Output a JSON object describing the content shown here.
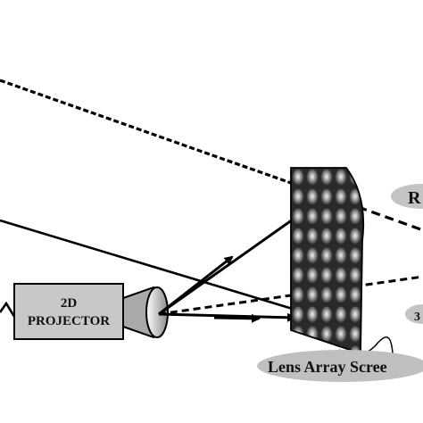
{
  "projector": {
    "line1": "2D",
    "line2": "PROJECTOR",
    "box_color": "#c8c8c8",
    "lens_color": "#a9a9a9"
  },
  "screen": {
    "label": "Lens Array Scree",
    "label_bubble_color": "#bfbfbf",
    "lenslet_color": "#3a3a3a"
  },
  "right_labels": {
    "top_fragment": "R",
    "mid_fragment": "3",
    "bubble_color": "#c4c4c4"
  },
  "colors": {
    "ray": "#000000",
    "background": "#ffffff"
  }
}
